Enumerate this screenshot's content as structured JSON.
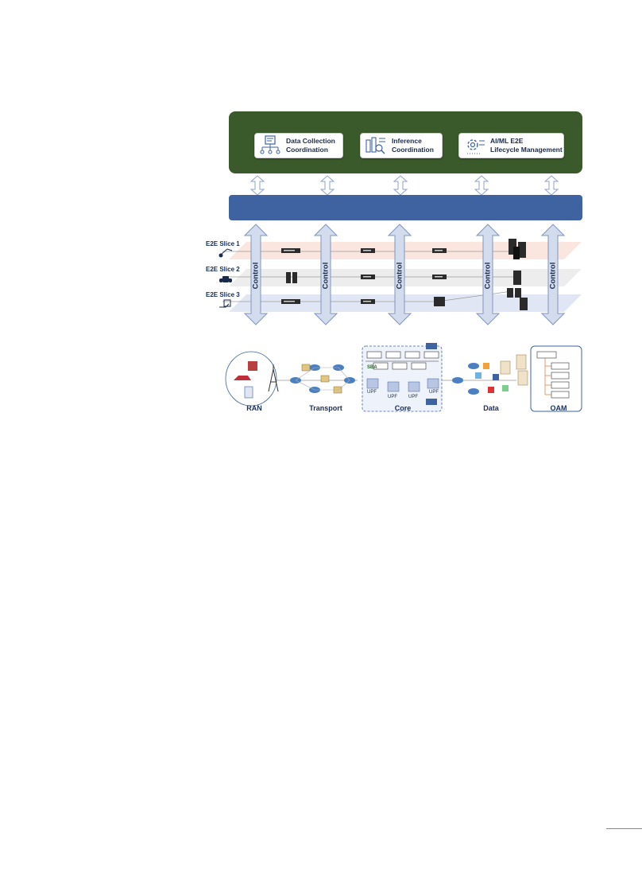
{
  "top_panel": {
    "cards": [
      {
        "label_line1": "Data Collection",
        "label_line2": "Coordination",
        "icon": "data-collection-icon"
      },
      {
        "label_line1": "Inference",
        "label_line2": "Coordination",
        "icon": "inference-icon"
      },
      {
        "label_line1": "AI/ML E2E",
        "label_line2": "Lifecycle Management",
        "icon": "gear-lifecycle-icon"
      }
    ],
    "color": "#3b5a2b"
  },
  "middle_bar": {
    "color": "#3e63a0"
  },
  "slices": [
    {
      "label": "E2E Slice 1",
      "icon": "robot-arm-icon",
      "band_color": "#fbe3dc"
    },
    {
      "label": "E2E Slice 2",
      "icon": "car-icon",
      "band_color": "#ececec"
    },
    {
      "label": "E2E Slice 3",
      "icon": "hand-device-icon",
      "band_color": "#dfe5f3"
    }
  ],
  "control_arrows": [
    {
      "label": "Control"
    },
    {
      "label": "Control"
    },
    {
      "label": "Control"
    },
    {
      "label": "Control"
    },
    {
      "label": "Control"
    }
  ],
  "domains": [
    {
      "label": "RAN"
    },
    {
      "label": "Transport"
    },
    {
      "label": "Core"
    },
    {
      "label": "Data"
    },
    {
      "label": "OAM"
    }
  ],
  "core_details": {
    "sba_label": "SBA",
    "upf_labels": [
      "UPF",
      "UPF",
      "UPF",
      "UPF"
    ]
  }
}
